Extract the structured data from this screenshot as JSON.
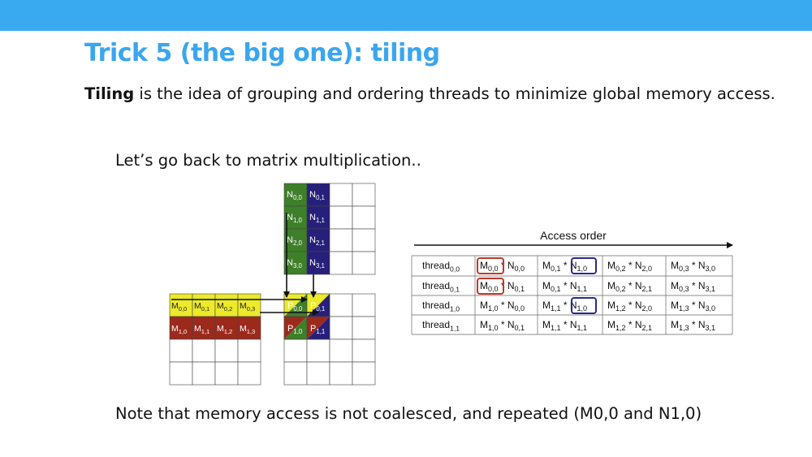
{
  "slide": {
    "title": "Trick 5 (the big one): tiling",
    "intro_bold": "Tiling",
    "intro_rest": " is the idea of grouping and ordering threads to minimize global memory access.",
    "subheading": "Let’s go back to matrix multiplication..",
    "note": "Note that memory access is not coalesced, and repeated (M0,0 and N1,0)"
  },
  "colors": {
    "accent": "#3aaaf0",
    "title": "#3aa6ee",
    "n_col0": "#3e7f2a",
    "n_col1": "#27207a",
    "m_row0": "#ecea2a",
    "m_row1": "#9c2a1c",
    "highlight_red": "#c0392b",
    "highlight_blue": "#2a2a8a"
  },
  "matrix_n": {
    "cells": [
      [
        {
          "base": "N",
          "sub": "0,0"
        },
        {
          "base": "N",
          "sub": "0,1"
        }
      ],
      [
        {
          "base": "N",
          "sub": "1,0"
        },
        {
          "base": "N",
          "sub": "1,1"
        }
      ],
      [
        {
          "base": "N",
          "sub": "2,0"
        },
        {
          "base": "N",
          "sub": "2,1"
        }
      ],
      [
        {
          "base": "N",
          "sub": "3,0"
        },
        {
          "base": "N",
          "sub": "3,1"
        }
      ]
    ]
  },
  "matrix_m": {
    "cells": [
      [
        {
          "base": "M",
          "sub": "0,0"
        },
        {
          "base": "M",
          "sub": "0,1"
        },
        {
          "base": "M",
          "sub": "0,2"
        },
        {
          "base": "M",
          "sub": "0,3"
        }
      ],
      [
        {
          "base": "M",
          "sub": "1,0"
        },
        {
          "base": "M",
          "sub": "1,1"
        },
        {
          "base": "M",
          "sub": "1,2"
        },
        {
          "base": "M",
          "sub": "1,3"
        }
      ]
    ]
  },
  "matrix_p": {
    "cells": [
      [
        {
          "base": "P",
          "sub": "0,0"
        },
        {
          "base": "P",
          "sub": "0,1"
        }
      ],
      [
        {
          "base": "P",
          "sub": "1,0"
        },
        {
          "base": "P",
          "sub": "1,1"
        }
      ]
    ]
  },
  "access_table": {
    "header": "Access order",
    "rows": [
      {
        "thread": {
          "base": "thread",
          "sub": "0,0"
        },
        "terms": [
          {
            "m": "0,0",
            "n": "0,0"
          },
          {
            "m": "0,1",
            "n": "1,0"
          },
          {
            "m": "0,2",
            "n": "2,0"
          },
          {
            "m": "0,3",
            "n": "3,0"
          }
        ]
      },
      {
        "thread": {
          "base": "thread",
          "sub": "0,1"
        },
        "terms": [
          {
            "m": "0,0",
            "n": "0,1"
          },
          {
            "m": "0,1",
            "n": "1,1"
          },
          {
            "m": "0,2",
            "n": "2,1"
          },
          {
            "m": "0,3",
            "n": "3,1"
          }
        ]
      },
      {
        "thread": {
          "base": "thread",
          "sub": "1,0"
        },
        "terms": [
          {
            "m": "1,0",
            "n": "0,0"
          },
          {
            "m": "1,1",
            "n": "1,0"
          },
          {
            "m": "1,2",
            "n": "2,0"
          },
          {
            "m": "1,3",
            "n": "3,0"
          }
        ]
      },
      {
        "thread": {
          "base": "thread",
          "sub": "1,1"
        },
        "terms": [
          {
            "m": "1,0",
            "n": "0,1"
          },
          {
            "m": "1,1",
            "n": "1,1"
          },
          {
            "m": "1,2",
            "n": "2,1"
          },
          {
            "m": "1,3",
            "n": "3,1"
          }
        ]
      }
    ],
    "highlights_red": [
      [
        0,
        0
      ],
      [
        1,
        0
      ]
    ],
    "highlights_blue": [
      [
        0,
        1
      ],
      [
        2,
        1
      ]
    ]
  }
}
